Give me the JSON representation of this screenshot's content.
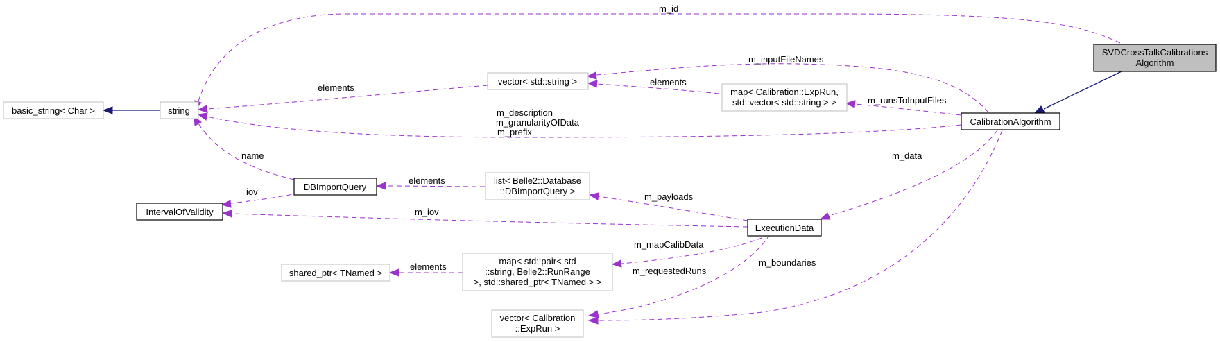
{
  "nodes": {
    "svd_algo_line1": "SVDCrossTalkCalibrations",
    "svd_algo_line2": "Algorithm",
    "calibration_algorithm": "CalibrationAlgorithm",
    "basic_string": "basic_string< Char >",
    "string": "string",
    "vector_string": "vector< std::string >",
    "map_exprun_line1": "map< Calibration::ExpRun,",
    "map_exprun_line2": " std::vector< std::string > >",
    "db_import_query": "DBImportQuery",
    "interval_of_validity": "IntervalOfValidity",
    "list_dbimport_line1": "list< Belle2::Database",
    "list_dbimport_line2": "::DBImportQuery >",
    "execution_data": "ExecutionData",
    "shared_ptr": "shared_ptr< TNamed >",
    "map_pair_line1": "map< std::pair< std",
    "map_pair_line2": "::string, Belle2::RunRange",
    "map_pair_line3": " >, std::shared_ptr< TNamed > >",
    "vector_exprun_line1": "vector< Calibration",
    "vector_exprun_line2": "::ExpRun >"
  },
  "edges": {
    "m_id": "m_id",
    "m_input_file_names": "m_inputFileNames",
    "elements_vector": "elements",
    "elements_map": "elements",
    "m_runs_to_input_files": "m_runsToInputFiles",
    "m_description": "m_description",
    "m_granularity": "m_granularityOfData",
    "m_prefix": "m_prefix",
    "name": "name",
    "iov": "iov",
    "elements_list": "elements",
    "m_payloads": "m_payloads",
    "m_iov": "m_iov",
    "m_data": "m_data",
    "m_map_calib_data": "m_mapCalibData",
    "elements_shared": "elements",
    "m_requested_runs": "m_requestedRuns",
    "m_boundaries": "m_boundaries"
  },
  "colors": {
    "usage_edge": "#9a32cd",
    "inheritance_edge": "#191970",
    "focus_fill": "#bfbfbf",
    "grey_border": "#bfbfbf"
  }
}
